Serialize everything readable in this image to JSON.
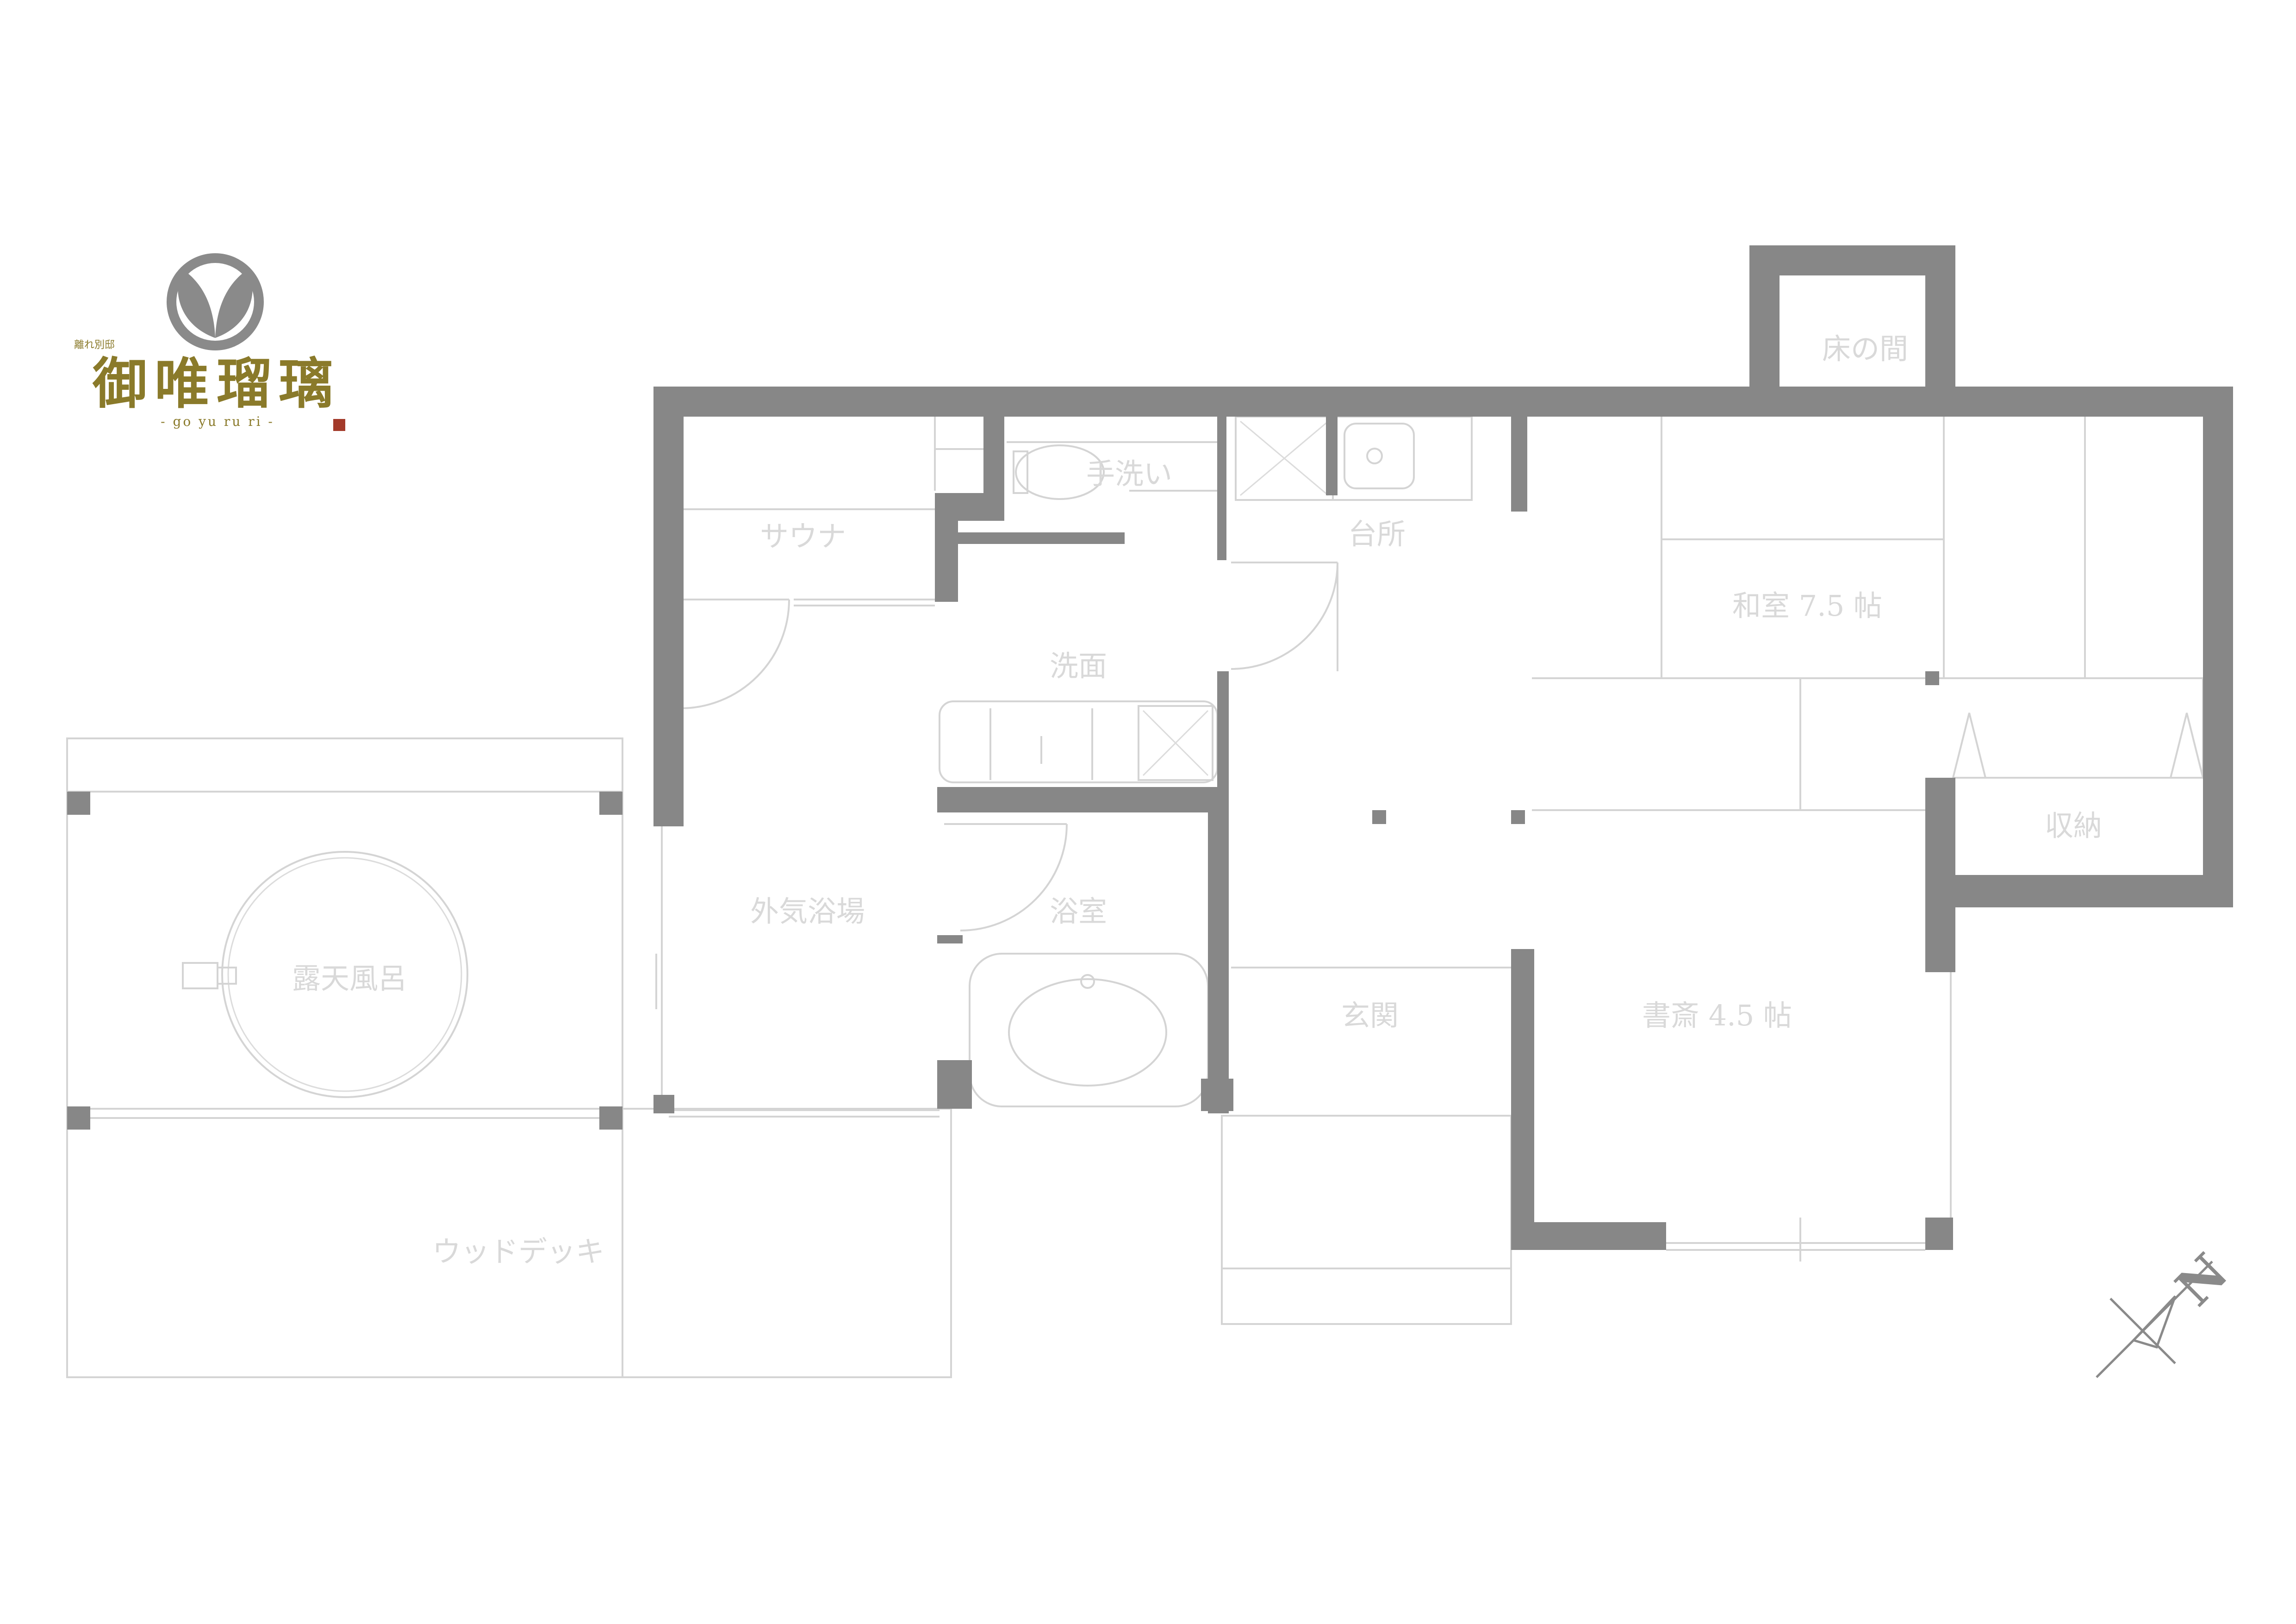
{
  "logo": {
    "brand": "御唯瑠璃",
    "tagline": "離れ別邸",
    "roman": "- go yu ru ri -",
    "seal": "印",
    "color": "#8a7a2a"
  },
  "rooms": {
    "tokonoma": "床の間",
    "tearai": "手洗い",
    "sauna": "サウナ",
    "daidokoro": "台所",
    "washitsu": "和室 7.5 帖",
    "senmen": "洗面",
    "shuno": "収納",
    "gaiki_yokujo": "外気浴場",
    "yokushitsu": "浴室",
    "roten_buro": "露天風呂",
    "genkan": "玄関",
    "shosai": "書斎 4.5 帖",
    "wood_deck": "ウッドデッキ"
  },
  "compass": {
    "label": "N",
    "icon": "north-arrow-icon"
  },
  "colors": {
    "wall": "#878787",
    "line": "#d4d4d4",
    "label": "#d9d9d9"
  }
}
